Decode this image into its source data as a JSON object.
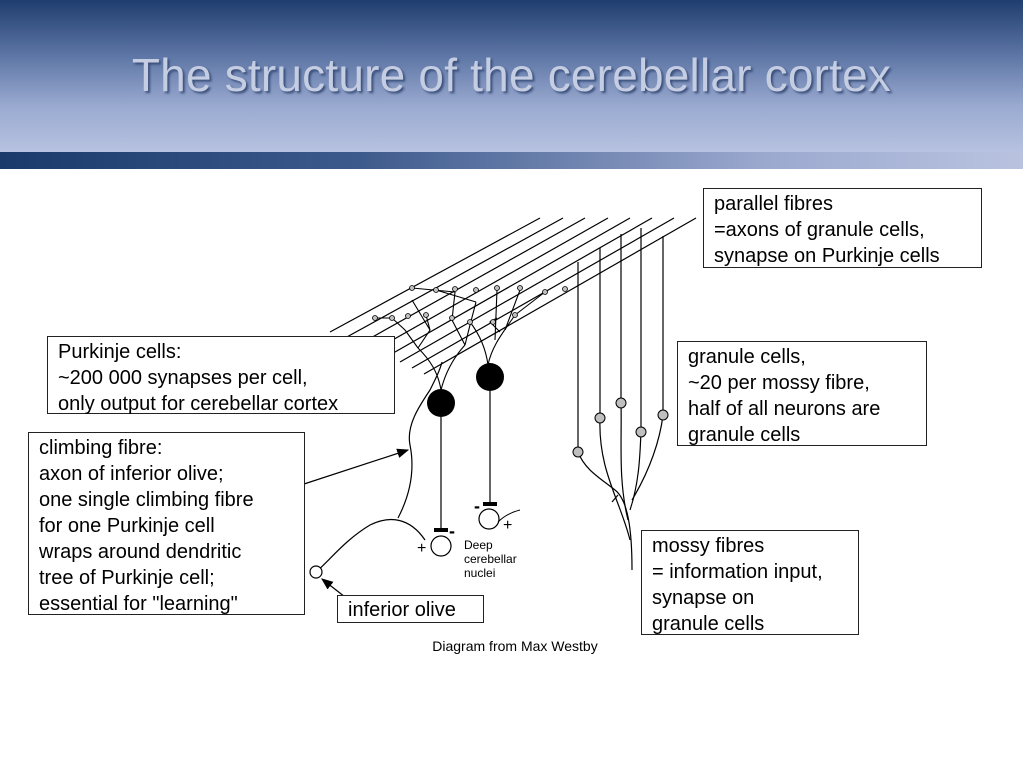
{
  "slide": {
    "title": "The structure of the cerebellar cortex",
    "credit": "Diagram from Max Westby"
  },
  "labels": {
    "parallel_fibres": "parallel fibres\n=axons of granule cells,\nsynapse on Purkinje cells",
    "purkinje_cells": "Purkinje cells:\n~200 000 synapses per cell,\nonly output for cerebellar cortex",
    "granule_cells": "granule cells,\n~20 per mossy fibre,\nhalf of all neurons are\ngranule cells",
    "climbing_fibre": "climbing fibre:\naxon of inferior olive;\none single climbing fibre\nfor one Purkinje cell\nwraps around dendritic\ntree of Purkinje cell;\nessential for \"learning\"",
    "mossy_fibres": "mossy fibres\n= information input,\nsynapse on\ngranule cells",
    "inferior_olive": "inferior olive",
    "deep_nuclei": [
      "Deep",
      "cerebellar",
      "nuclei"
    ]
  },
  "symbols": {
    "plus": "+",
    "minus": "-"
  },
  "colors": {
    "header_dark": "#1f3d6e",
    "header_light": "#b7c2e0",
    "title": "#c5cde3"
  }
}
